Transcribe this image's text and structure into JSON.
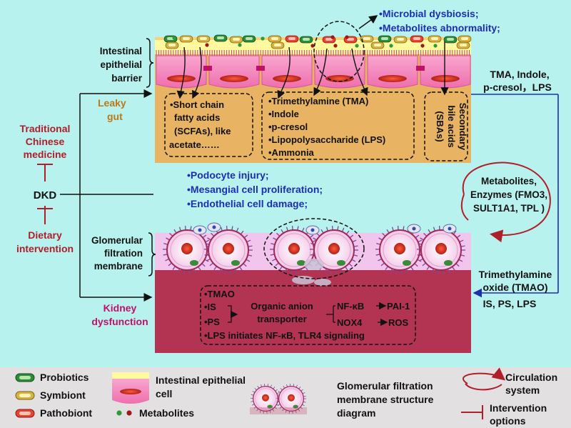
{
  "gut": {
    "dysbiosis_lines": [
      "•Microbial dysbiosis;",
      "•Metabolites abnormality;"
    ],
    "barrier_label": [
      "Intestinal",
      "epithelial",
      "barrier"
    ],
    "leaky_gut": [
      "Leaky",
      "gut"
    ],
    "scfa_box": [
      "•Short chain",
      "fatty acids",
      "(SCFAs), like",
      "acetate……"
    ],
    "toxin_box": [
      "•Trimethylamine (TMA)",
      "•Indole",
      "•p-cresol",
      "•Lipopolysaccharide (LPS)",
      "•Ammonia"
    ],
    "sba_box": [
      "Secondary",
      "bile acids",
      "(SBAs)"
    ]
  },
  "left": {
    "tcm": [
      "Traditional",
      "Chinese",
      "medicine"
    ],
    "dkd": "DKD",
    "diet": [
      "Dietary",
      "intervention"
    ]
  },
  "kidney": {
    "injury_lines": [
      "•Podocyte injury;",
      "•Mesangial cell proliferation;",
      "•Endothelial cell damage;"
    ],
    "membrane_label": [
      "Glomerular",
      "filtration",
      "membrane"
    ],
    "dysfunction": [
      "Kidney",
      "dysfunction"
    ],
    "box": {
      "tmao": "•TMAO",
      "is": "•IS",
      "ps": "•PS",
      "oat": [
        "Organic anion",
        "transporter"
      ],
      "nfkb": "NF-κB",
      "pai1": "PAI-1",
      "nox4": "NOX4",
      "ros": "ROS",
      "lps": "•LPS initiates NF-κB, TLR4 signaling"
    }
  },
  "right": {
    "top_lines": [
      "TMA, Indole,",
      "p-cresol，LPS"
    ],
    "loop_lines": [
      "Metabolites,",
      "Enzymes (FMO3,",
      "SULT1A1, TPL )"
    ],
    "tmao_lines": [
      "Trimethylamine",
      "oxide (TMAO)"
    ],
    "is_ps_lps": "IS, PS, LPS"
  },
  "legend": {
    "probiotics": "Probiotics",
    "symbiont": "Symbiont",
    "pathobiont": "Pathobiont",
    "epithelial": [
      "Intestinal epithelial",
      "cell"
    ],
    "metabolites": "Metabolites",
    "glomerular": [
      "Glomerular filtration",
      "membrane structure",
      "diagram"
    ],
    "circulation": [
      "Circulation",
      "system"
    ],
    "intervention": [
      "Intervention",
      "options"
    ]
  },
  "colors": {
    "background": "#b8f2ee",
    "gut_lumen": "#e8b464",
    "mucus": "#fffaa0",
    "epithelial_cell": "#f08cc0",
    "kidney": "#b23452",
    "membrane_band": "#f2c5ec",
    "intervention_red": "#b01e2a",
    "text_blue": "#1d2fb0",
    "probiotic": "#2d8b3a",
    "symbiont": "#d6b443",
    "pathobiont": "#e84230"
  }
}
